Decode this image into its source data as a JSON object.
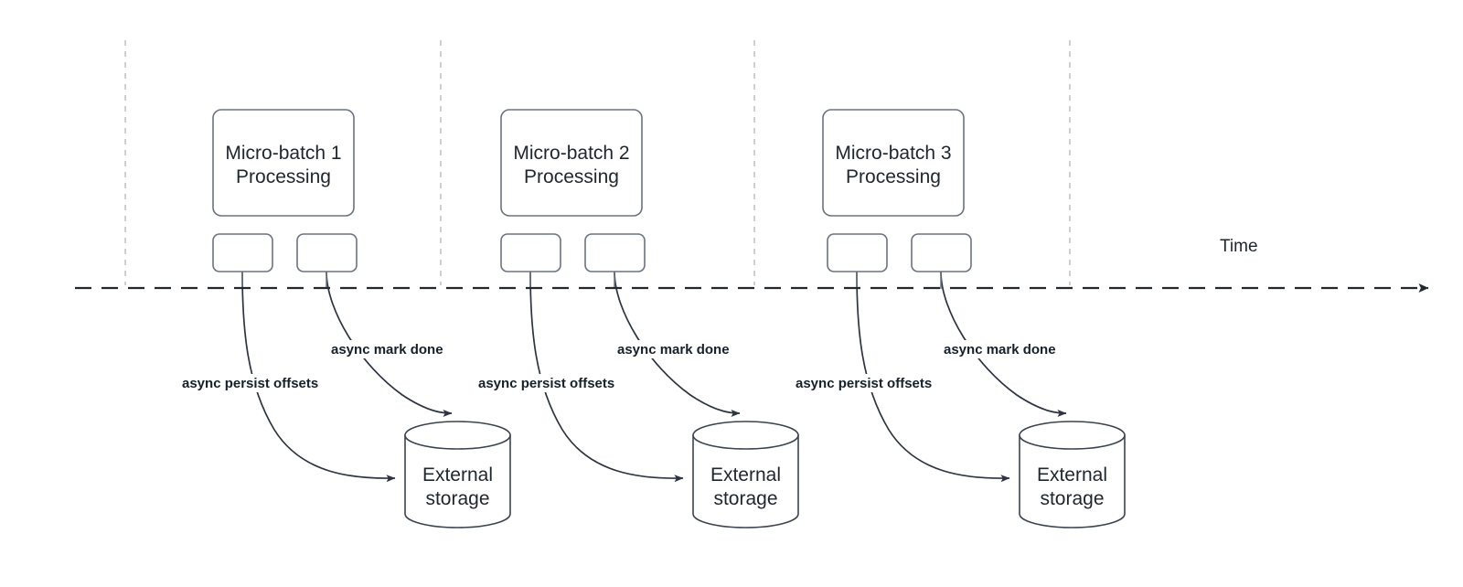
{
  "diagram": {
    "title_axis": "Time",
    "groups": [
      {
        "id": "group-1",
        "batch_label_line1": "Micro-batch 1",
        "batch_label_line2": "Processing",
        "persist_label": "async persist offsets",
        "mark_done_label": "async mark done",
        "storage_line1": "External",
        "storage_line2": "storage"
      },
      {
        "id": "group-2",
        "batch_label_line1": "Micro-batch 2",
        "batch_label_line2": "Processing",
        "persist_label": "async persist offsets",
        "mark_done_label": "async mark done",
        "storage_line1": "External",
        "storage_line2": "storage"
      },
      {
        "id": "group-3",
        "batch_label_line1": "Micro-batch 3",
        "batch_label_line2": "Processing",
        "persist_label": "async persist offsets",
        "mark_done_label": "async mark done",
        "storage_line1": "External",
        "storage_line2": "storage"
      }
    ],
    "colors": {
      "shape_stroke": "#6b7280",
      "cylinder_stroke": "#3a4450",
      "timeline_stroke": "#23282e",
      "tick_stroke": "#b9bcc0",
      "curve_stroke": "#2b3440",
      "text": "#1f262e",
      "label_text": "#16202a",
      "background": "#ffffff"
    }
  }
}
